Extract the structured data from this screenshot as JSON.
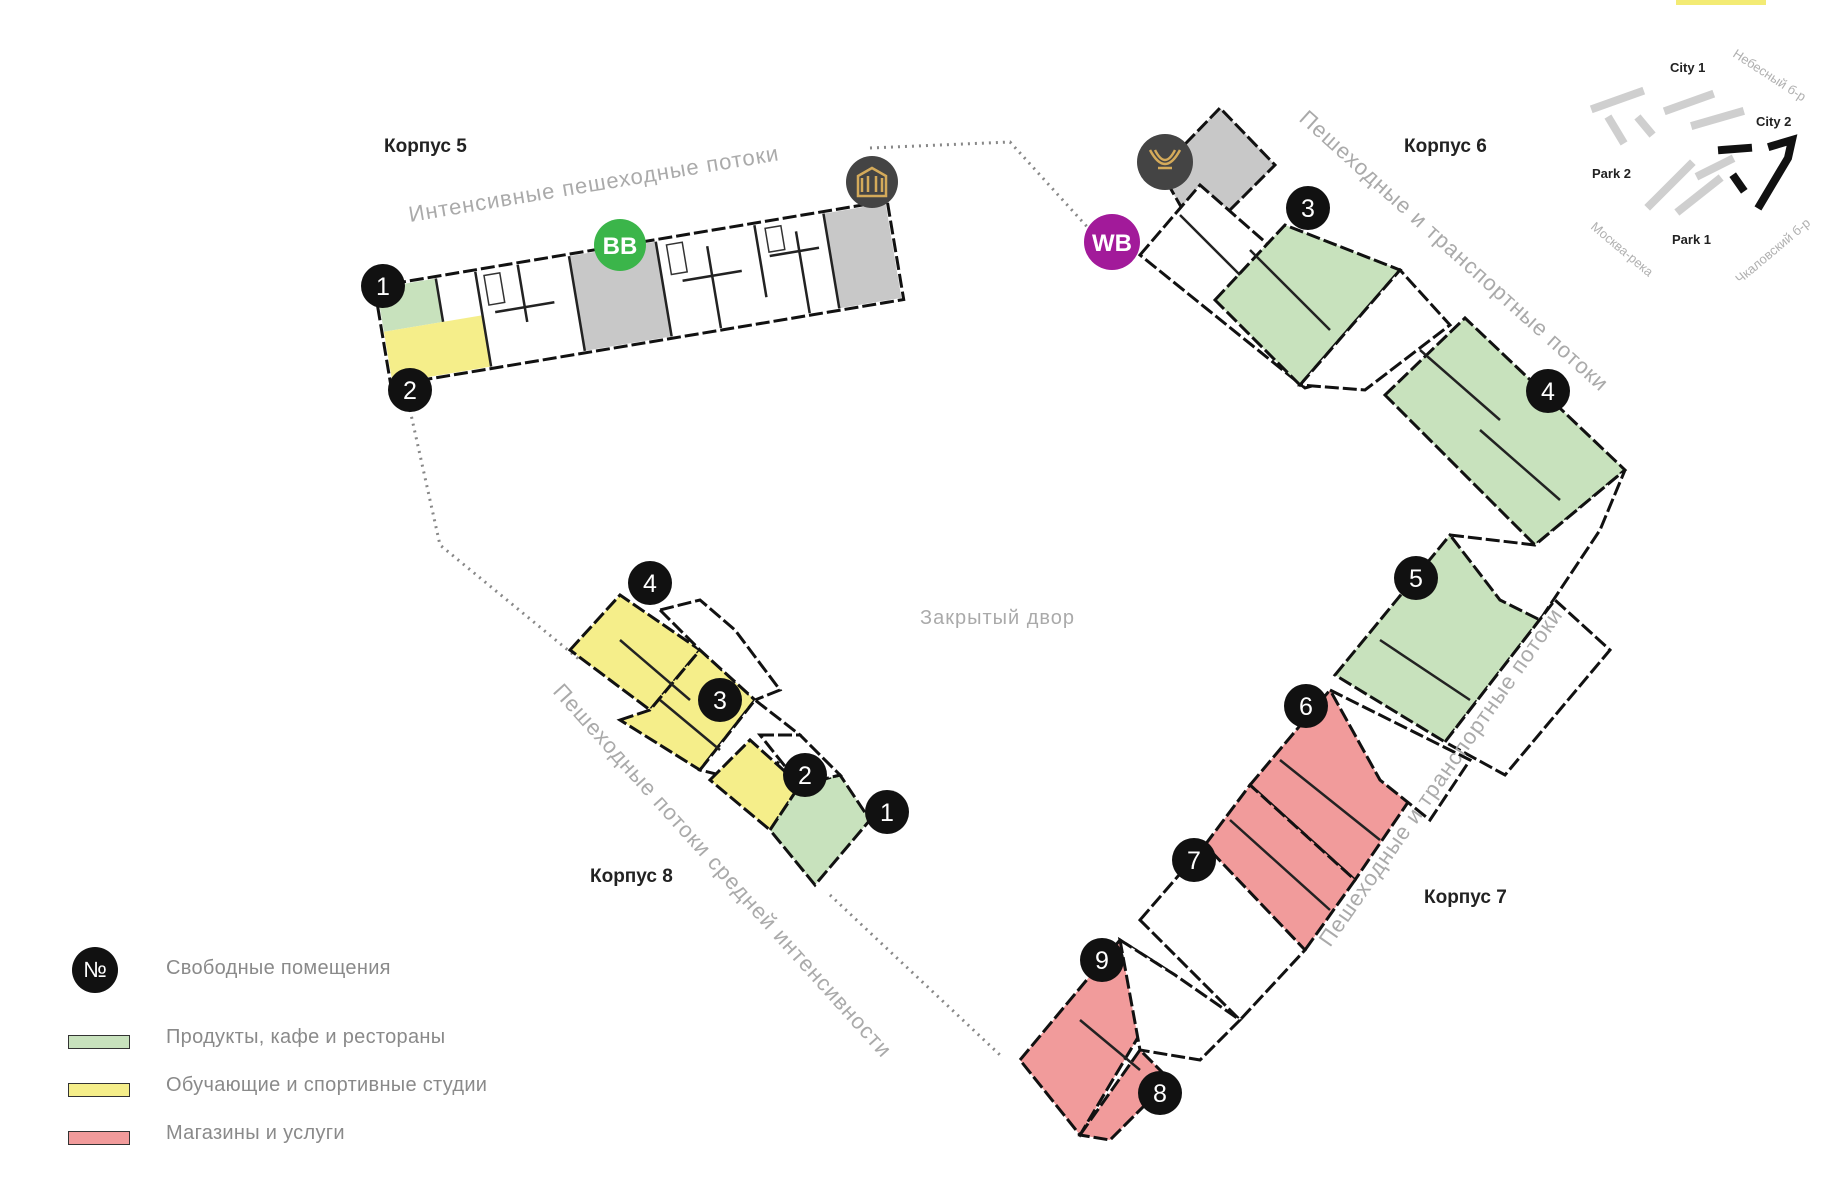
{
  "buildings": {
    "k5": "Корпус 5",
    "k6": "Корпус 6",
    "k7": "Корпус 7",
    "k8": "Корпус 8"
  },
  "flows": {
    "k5_top": "Интенсивные пешеходные потоки",
    "k6_right": "Пешеходные и транспортные потоки",
    "k7_right": "Пешеходные и транспортные потоки",
    "k8_bottom": "Пешеходные потоки средней интенсивности"
  },
  "courtyard": "Закрытый двор",
  "tenants": {
    "vkusvill": "ВВ",
    "wildberries": "WB"
  },
  "premises": {
    "k5": [
      "1",
      "2"
    ],
    "k6": [
      "3",
      "4"
    ],
    "k7": [
      "5",
      "6",
      "7",
      "8",
      "9"
    ],
    "k8": [
      "4",
      "3",
      "2",
      "1"
    ]
  },
  "colors": {
    "food": "#c8e2bd",
    "studios": "#f5ee8a",
    "shops": "#f19b9b",
    "occupied": "#c8c8c8",
    "marker": "#111111",
    "vkusvill": "#3bb54a",
    "wildberries": "#a21a9a"
  },
  "legend": {
    "number_symbol": "№",
    "free": "Свободные помещения",
    "food": "Продукты, кафе и рестораны",
    "studios": "Обучающие и спортивные студии",
    "shops": "Магазины и услуги"
  },
  "minimap": {
    "city1": "City 1",
    "city2": "City 2",
    "park1": "Park 1",
    "park2": "Park 2",
    "street_top": "Небесный б-р",
    "street_right": "Чкаловский б-р",
    "street_bottom": "Москва-река"
  }
}
